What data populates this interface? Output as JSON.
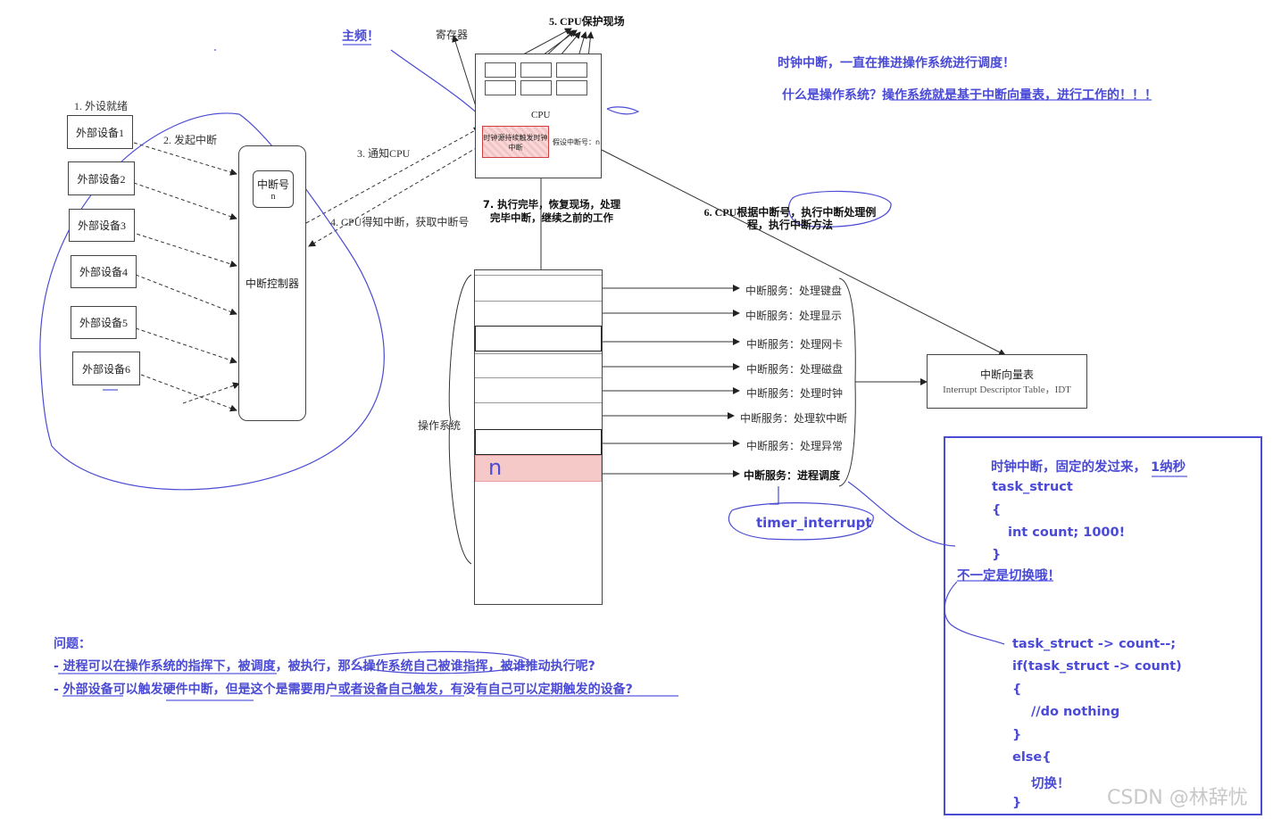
{
  "devices": {
    "step1": "1. 外设就绪",
    "items": [
      "外部设备1",
      "外部设备2",
      "外部设备3",
      "外部设备4",
      "外部设备5",
      "外部设备6"
    ]
  },
  "controller": {
    "step2": "2. 发起中断",
    "num_label": "中断号",
    "num_value": "n",
    "name": "中断控制器"
  },
  "cpu": {
    "step3": "3. 通知CPU",
    "step4": "4. CPU得知中断，获取中断号",
    "registers": "寄存器",
    "step5": "5. CPU保护现场",
    "cpu_label": "CPU",
    "clock_box": "时钟源持续触发时钟中断",
    "assume": "假设中断号：n",
    "main_freq": "主频！"
  },
  "os": {
    "step7": "7. 执行完毕，恢复现场，处理完毕中断，继续之前的工作",
    "label": "操作系统",
    "n_mark": "n",
    "services": [
      "中断服务：处理键盘",
      "中断服务：处理显示",
      "中断服务：处理网卡",
      "中断服务：处理磁盘",
      "中断服务：处理时钟",
      "中断服务：处理软中断",
      "中断服务：处理异常",
      "中断服务：进程调度"
    ],
    "timer": "timer_interrupt"
  },
  "idt": {
    "step6": "6. CPU根据中断号，执行中断处理例程，执行中断方法",
    "title": "中断向量表",
    "subtitle": "Interrupt Descriptor Table，IDT"
  },
  "notes": {
    "line1": "时钟中断，一直在推进操作系统进行调度！",
    "line2": "什么是操作系统？操作系统就是基于中断向量表，进行工作的！！！"
  },
  "questions": {
    "title": "问题：",
    "q1": "- 进程可以在操作系统的指挥下，被调度，被执行，那么操作系统自己被谁指挥，被谁推动执行呢?",
    "q2": "- 外部设备可以触发硬件中断，但是这个是需要用户或者设备自己触发，有没有自己可以定期触发的设备?"
  },
  "code_box": {
    "l1": "时钟中断，固定的发过来， 1纳秒",
    "l2": "task_struct",
    "l3": "{",
    "l4": "int count; 1000!",
    "l5": "}",
    "l6": "不一定是切换哦！",
    "l7": "task_struct -> count--;",
    "l8": "if(task_struct -> count)",
    "l9": "{",
    "l10": "//do nothing",
    "l11": "}",
    "l12": "else{",
    "l13": "切换！",
    "l14": "}"
  },
  "watermark": "CSDN @林辞忧"
}
